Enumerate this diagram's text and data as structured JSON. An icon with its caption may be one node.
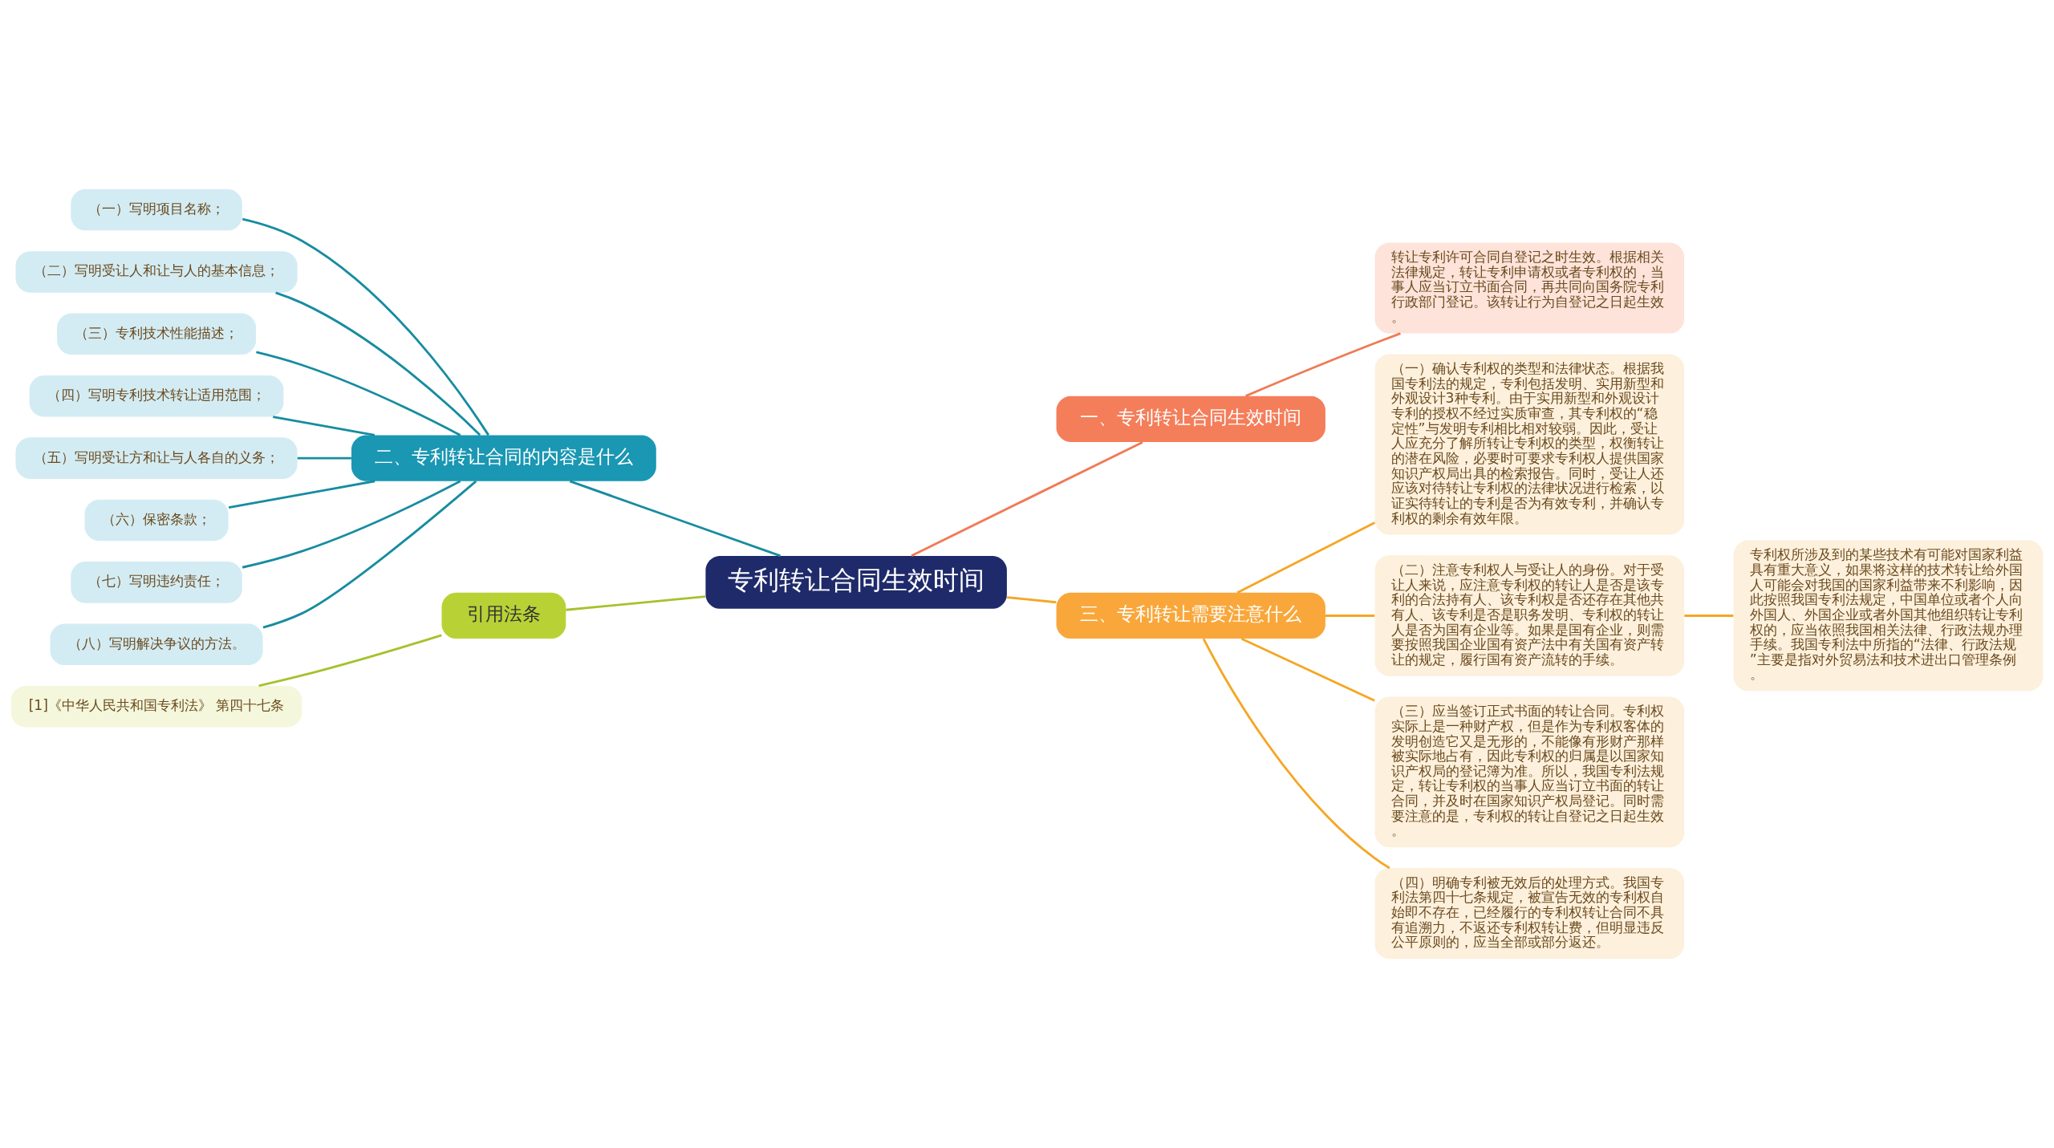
{
  "diagram": {
    "nodes": [
      {
        "text": [
          "专利转让合同生效时间"
        ]
      },
      {
        "text": [
          "一、专利转让合同生效时间"
        ]
      },
      {
        "text": [
          "转让专利许可合同自登记之时生效。根据相关法律规定，转让专利申请权或者专利权的，当事人应当订立书面合同，再共同向国务院专利行政部门登记。该转让行为自登记之日起生效。"
        ]
      },
      {
        "text": [
          "二、专利转让合同的内容是什么"
        ]
      },
      {
        "text": [
          "（一）写明项目名称；"
        ]
      },
      {
        "text": [
          "（二）写明受让人和让与人的基本信息；"
        ]
      },
      {
        "text": [
          "（三）专利技术性能描述；"
        ]
      },
      {
        "text": [
          "（四）写明专利技术转让适用范围；"
        ]
      },
      {
        "text": [
          "（五）写明受让方和让与人各自的义务；"
        ]
      },
      {
        "text": [
          "（六）保密条款；"
        ]
      },
      {
        "text": [
          "（七）写明违约责任；"
        ]
      },
      {
        "text": [
          "（八）写明解决争议的方法。"
        ]
      },
      {
        "text": [
          "引用法条"
        ]
      },
      {
        "text": [
          "[1]《中华人民共和国专利法》 第四十七条"
        ]
      },
      {
        "text": [
          "三、专利转让需要注意什么"
        ]
      },
      {
        "text": [
          "（一）确认专利权的类型和法律状态。根据我国专利法的规定，专利包括发明、实用新型和外观设计3种专利。由于实用新型和外观设计专利的授权不经过实质审查，其专利权的“稳定性”与发明专利相比相对较弱。因此，受让人应充分了解所转让专利权的类型，权衡转让的潜在风险，必要时可要求专利权人提供国家知识产权局出具的检索报告。同时，受让人还应该对待转让专利权的法律状况进行检索，以证实待转让的专利是否为有效专利，并确认专利权的剩余有效年限。"
        ]
      },
      {
        "text": [
          "（二）注意专利权人与受让人的身份。对于受让人来说，应注意专利权的转让人是否是该专利的合法持有人、该专利权是否还存在其他共有人、该专利是否是职务发明、专利权的转让人是否为国有企业等。如果是国有企业，则需要按照我国企业国有资产法中有关国有资产转让的规定，履行国有资产流转的手续。"
        ]
      },
      {
        "text": [
          "专利权所涉及到的某些技术有可能对国家利益具有重大意义，如果将这样的技术转让给外国人可能会对我国的国家利益带来不利影响，因此按照我国专利法规定，中国单位或者个人向外国人、外国企业或者外国其他组织转让专利权的，应当依照我国相关法律、行政法规办理手续。我国专利法中所指的“法律、行政法规”主要是指对外贸易法和技术进出口管理条例。"
        ]
      },
      {
        "text": [
          "（三）应当签订正式书面的转让合同。专利权实际上是一种财产权，但是作为专利权客体的发明创造它又是无形的，不能像有形财产那样被实际地占有，因此专利权的归属是以国家知识产权局的登记簿为准。所以，我国专利法规定，转让专利权的当事人应当订立书面的转让合同，并及时在国家知识产权局登记。同时需要注意的是，专利权的转让自登记之日起生效。"
        ]
      },
      {
        "text": [
          "（四）明确专利被无效后的处理方式。我国专利法第四十七条规定，被宣告无效的专利权自始即不存在，已经履行的专利权转让合同不具有追溯力，不返还专利权转让费，但明显违反公平原则的，应当全部或部分返还。"
        ]
      }
    ],
    "edges": [
      {
        "from": 0,
        "to": 1,
        "arrow": "none",
        "color": "#f07a55"
      },
      {
        "from": 1,
        "to": 2,
        "arrow": "none",
        "color": "#f07a55"
      },
      {
        "from": 0,
        "to": 3,
        "arrow": "none"
      },
      {
        "from": 3,
        "to": 4,
        "arrow": "none"
      },
      {
        "from": 3,
        "to": 5,
        "arrow": "none"
      },
      {
        "from": 3,
        "to": 6,
        "arrow": "none"
      },
      {
        "from": 3,
        "to": 7,
        "arrow": "none"
      },
      {
        "from": 3,
        "to": 8,
        "arrow": "none"
      },
      {
        "from": 3,
        "to": 9,
        "arrow": "none"
      },
      {
        "from": 3,
        "to": 10,
        "arrow": "none"
      },
      {
        "from": 3,
        "to": 11,
        "arrow": "none"
      },
      {
        "from": 0,
        "to": 12,
        "arrow": "none",
        "color": "#a5c22e"
      },
      {
        "from": 12,
        "to": 13,
        "arrow": "none",
        "color": "#a5c22e"
      },
      {
        "from": 0,
        "to": 14,
        "arrow": "none",
        "color": "#f5a623"
      },
      {
        "from": 14,
        "to": 15,
        "arrow": "none",
        "color": "#f5a623"
      },
      {
        "from": 14,
        "to": 16,
        "arrow": "none",
        "color": "#f5a623"
      },
      {
        "from": 16,
        "to": 17,
        "arrow": "none",
        "color": "#f5a623"
      },
      {
        "from": 14,
        "to": 18,
        "arrow": "none",
        "color": "#f5a623"
      },
      {
        "from": 14,
        "to": 19,
        "arrow": "none",
        "color": "#f5a623"
      }
    ]
  }
}
